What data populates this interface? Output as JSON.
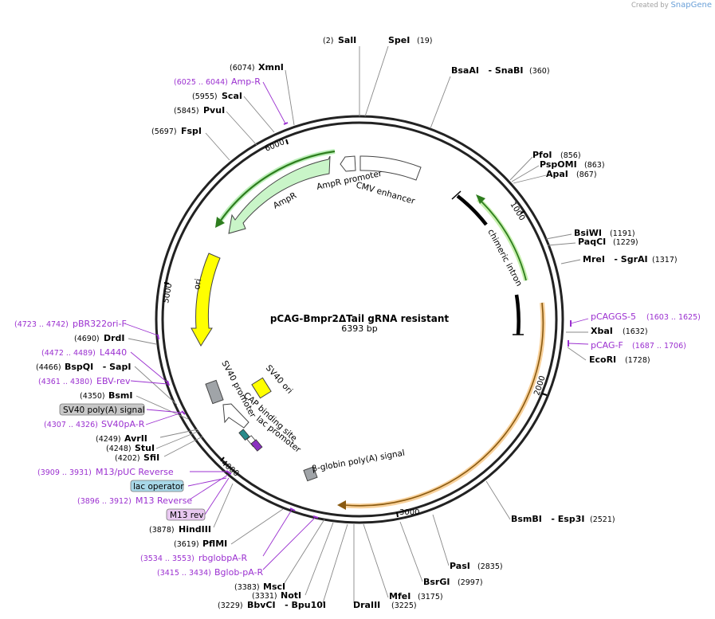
{
  "credit": {
    "prefix": "Created by",
    "brand": "SnapGene"
  },
  "plasmid": {
    "name": "pCAG-Bmpr2ΔTail gRNA resistant",
    "length_label": "6393 bp",
    "length": 6393
  },
  "ticks": [
    "1000",
    "2000",
    "3000",
    "4000",
    "5000",
    "6000"
  ],
  "sites": [
    {
      "name": "SalI",
      "pos": "(2)",
      "bp": 2
    },
    {
      "name": "SpeI",
      "pos": "(19)",
      "bp": 19
    },
    {
      "name": "BsaAI   - SnaBI",
      "pos": "(360)",
      "bp": 360
    },
    {
      "name": "PfoI",
      "pos": "(856)",
      "bp": 856
    },
    {
      "name": "PspOMI",
      "pos": "(863)",
      "bp": 863
    },
    {
      "name": "ApaI",
      "pos": "(867)",
      "bp": 867
    },
    {
      "name": "BsiWI",
      "pos": "(1191)",
      "bp": 1191
    },
    {
      "name": "PaqCI",
      "pos": "(1229)",
      "bp": 1229
    },
    {
      "name": "MreI   - SgrAI",
      "pos": "(1317)",
      "bp": 1317
    },
    {
      "name": "XbaI",
      "pos": "(1632)",
      "bp": 1632
    },
    {
      "name": "EcoRI",
      "pos": "(1728)",
      "bp": 1728
    },
    {
      "name": "BsmBI   - Esp3I",
      "pos": "(2521)",
      "bp": 2521
    },
    {
      "name": "PasI",
      "pos": "(2835)",
      "bp": 2835
    },
    {
      "name": "BsrGI",
      "pos": "(2997)",
      "bp": 2997
    },
    {
      "name": "MfeI",
      "pos": "(3175)",
      "bp": 3175
    },
    {
      "name": "DraIII",
      "pos": "(3225)",
      "bp": 3225
    },
    {
      "name": "BbvCI   - Bpu10I",
      "pos": "(3229)",
      "bp": 3229
    },
    {
      "name": "NotI",
      "pos": "(3331)",
      "bp": 3331
    },
    {
      "name": "MscI",
      "pos": "(3383)",
      "bp": 3383
    },
    {
      "name": "PflMI",
      "pos": "(3619)",
      "bp": 3619
    },
    {
      "name": "HindIII",
      "pos": "(3878)",
      "bp": 3878
    },
    {
      "name": "SfiI",
      "pos": "(4202)",
      "bp": 4202
    },
    {
      "name": "StuI",
      "pos": "(4248)",
      "bp": 4248
    },
    {
      "name": "AvrII",
      "pos": "(4249)",
      "bp": 4249
    },
    {
      "name": "BsmI",
      "pos": "(4350)",
      "bp": 4350
    },
    {
      "name": "BspQI   - SapI",
      "pos": "(4466)",
      "bp": 4466
    },
    {
      "name": "DrdI",
      "pos": "(4690)",
      "bp": 4690
    },
    {
      "name": "FspI",
      "pos": "(5697)",
      "bp": 5697
    },
    {
      "name": "PvuI",
      "pos": "(5845)",
      "bp": 5845
    },
    {
      "name": "ScaI",
      "pos": "(5955)",
      "bp": 5955
    },
    {
      "name": "XmnI",
      "pos": "(6074)",
      "bp": 6074
    }
  ],
  "primers": [
    {
      "name": "pCAGGS-5",
      "range": "(1603 .. 1625)"
    },
    {
      "name": "pCAG-F",
      "range": "(1687 .. 1706)"
    },
    {
      "name": "Bglob-pA-R",
      "range": "(3415 .. 3434)"
    },
    {
      "name": "rbglobpA-R",
      "range": "(3534 .. 3553)"
    },
    {
      "name": "M13 Reverse",
      "range": "(3896 .. 3912)"
    },
    {
      "name": "M13/pUC Reverse",
      "range": "(3909 .. 3931)"
    },
    {
      "name": "SV40pA-R",
      "range": "(4307 .. 4326)"
    },
    {
      "name": "EBV-rev",
      "range": "(4361 .. 4380)"
    },
    {
      "name": "L4440",
      "range": "(4472 .. 4489)"
    },
    {
      "name": "pBR322ori-F",
      "range": "(4723 .. 4742)"
    },
    {
      "name": "Amp-R",
      "range": "(6025 .. 6044)"
    }
  ],
  "boxed_labels": {
    "sv40_polya": "SV40 poly(A) signal",
    "lac_operator": "lac operator",
    "m13_rev": "M13 rev"
  },
  "features": {
    "chimeric_intron": "chimeric intron",
    "cmv_enhancer": "CMV enhancer",
    "ampr_promoter": "AmpR promoter",
    "ampr": "AmpR",
    "ori": "ori",
    "sv40_ori": "SV40 ori",
    "sv40_promoter": "SV40 promoter",
    "cap_binding_site": "CAP binding site",
    "lac_promoter": "lac promoter",
    "beta_globin_polya": "β-globin poly(A) signal"
  },
  "colors": {
    "ampr_fill": "#c9f5c8",
    "ampr_glow": "#2e8b1e",
    "ori_fill": "#ffff00",
    "orange_glow": "#f0a030",
    "primer": "#9b30d0",
    "gray_feature": "#a0a4a8",
    "lac_operator_fill": "#a8d8e8",
    "m13_fill": "#e8c8f0",
    "sv40_polya_fill": "#c8c8c8"
  }
}
